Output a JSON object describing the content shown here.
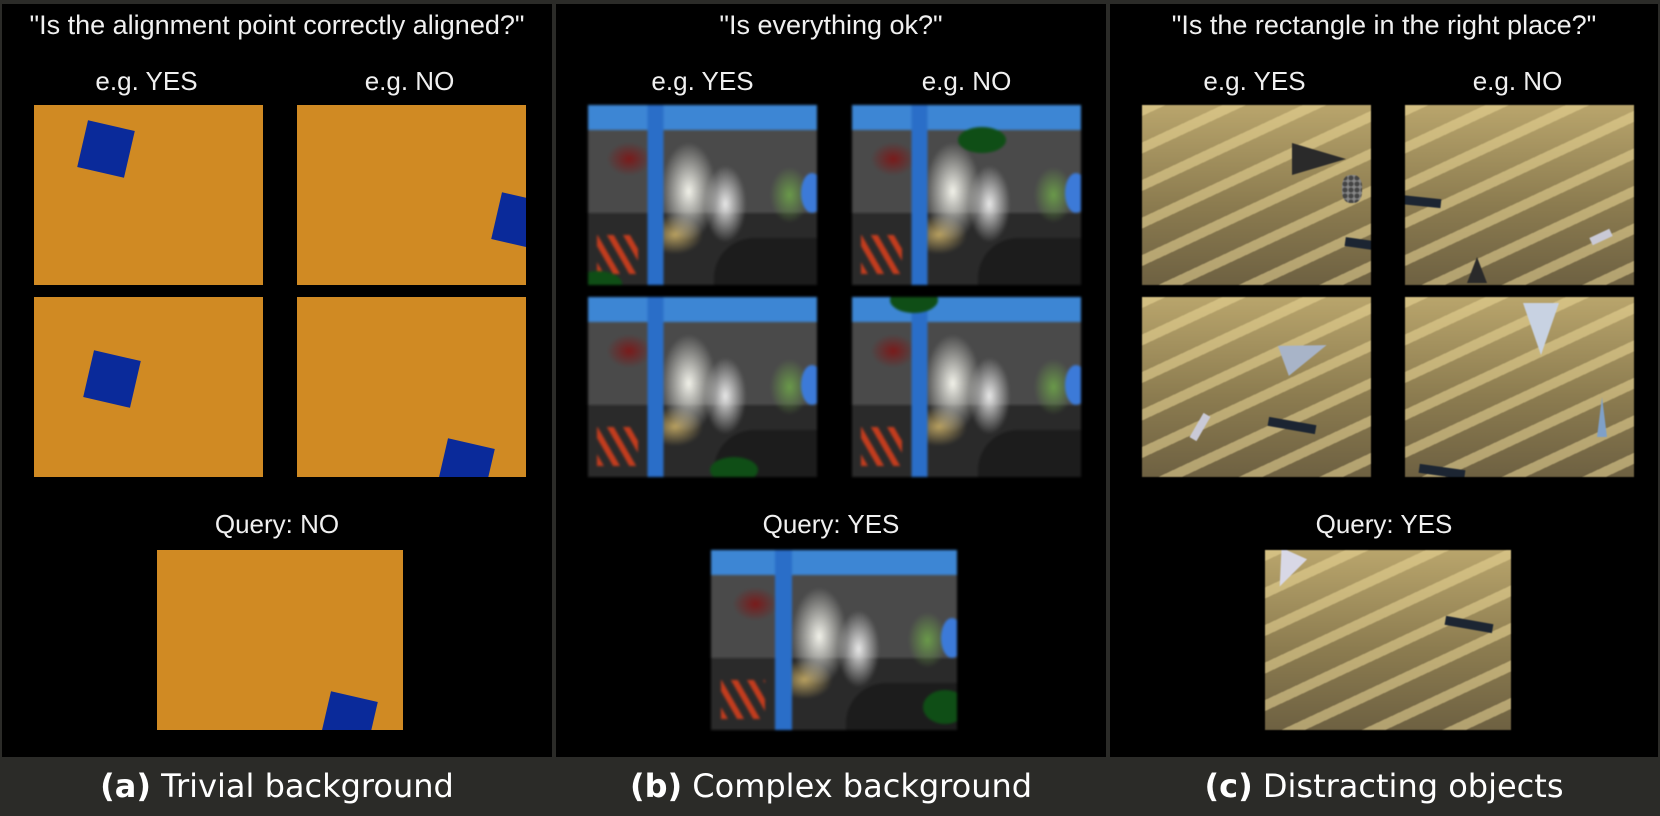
{
  "panels": [
    {
      "question": "\"Is the alignment point correctly aligned?\"",
      "yes_label": "e.g. YES",
      "no_label": "e.g. NO",
      "query_label": "Query: NO",
      "caption_tag": "(a)",
      "caption_text": " Trivial background"
    },
    {
      "question": "\"Is everything ok?\"",
      "yes_label": "e.g. YES",
      "no_label": "e.g. NO",
      "query_label": "Query: YES",
      "caption_tag": "(b)",
      "caption_text": " Complex background"
    },
    {
      "question": "\"Is the rectangle in the right place?\"",
      "yes_label": "e.g. YES",
      "no_label": "e.g. NO",
      "query_label": "Query: YES",
      "caption_tag": "(c)",
      "caption_text": " Distracting objects"
    }
  ],
  "colors": {
    "orange_bg": "#d08a23",
    "blue_square": "#0a2a9a",
    "green_ellipse": "#0f4e16",
    "caption_bar": "#2b2b28"
  }
}
